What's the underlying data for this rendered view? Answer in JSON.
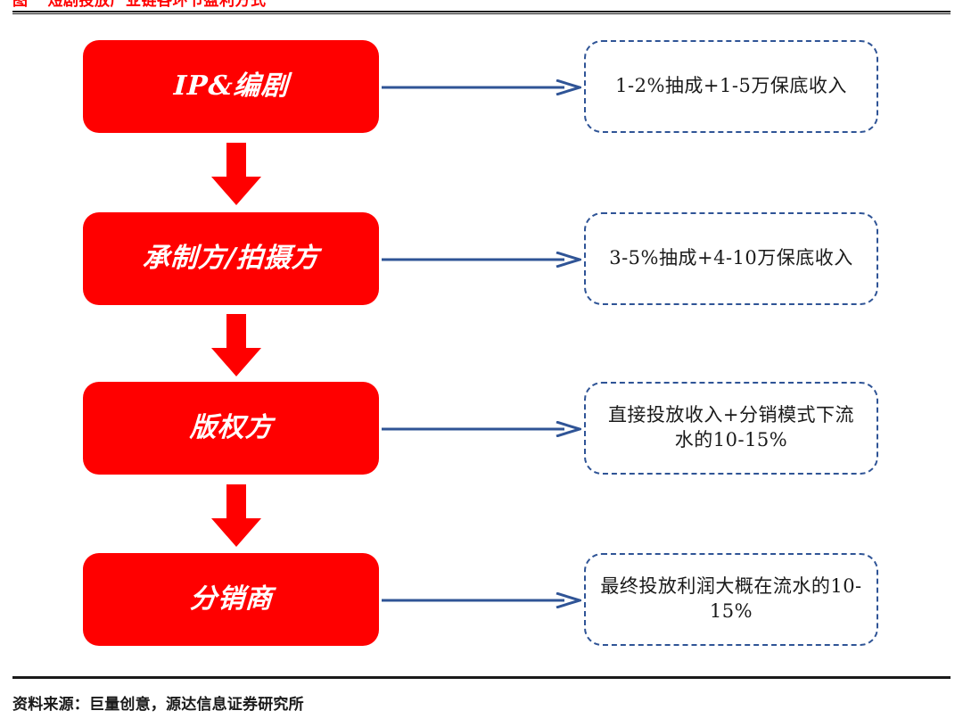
{
  "figure": {
    "number": "图",
    "title": "短剧投放产业链各环节盈利方式",
    "accent_red": "#FF0000",
    "accent_blue": "#2F5496"
  },
  "flow": {
    "stages": [
      {
        "id": "ip-screenwriter",
        "label": "IP&编剧",
        "note": "1-2%抽成+1-5万保底收入",
        "arrow_icon": "right-arrow-icon"
      },
      {
        "id": "producer-shooter",
        "label": "承制方/拍摄方",
        "note": "3-5%抽成+4-10万保底收入",
        "arrow_icon": "right-arrow-icon"
      },
      {
        "id": "copyright-owner",
        "label": "版权方",
        "note": "直接投放收入+分销模式下流水的10-15%",
        "arrow_icon": "right-arrow-icon"
      },
      {
        "id": "distributor",
        "label": "分销商",
        "note": "最终投放利润大概在流水的10-15%",
        "arrow_icon": "right-arrow-icon"
      }
    ],
    "step_connector_icon": "down-arrow-icon"
  },
  "footer": {
    "source": "资料来源：巨量创意，源达信息证券研究所"
  }
}
